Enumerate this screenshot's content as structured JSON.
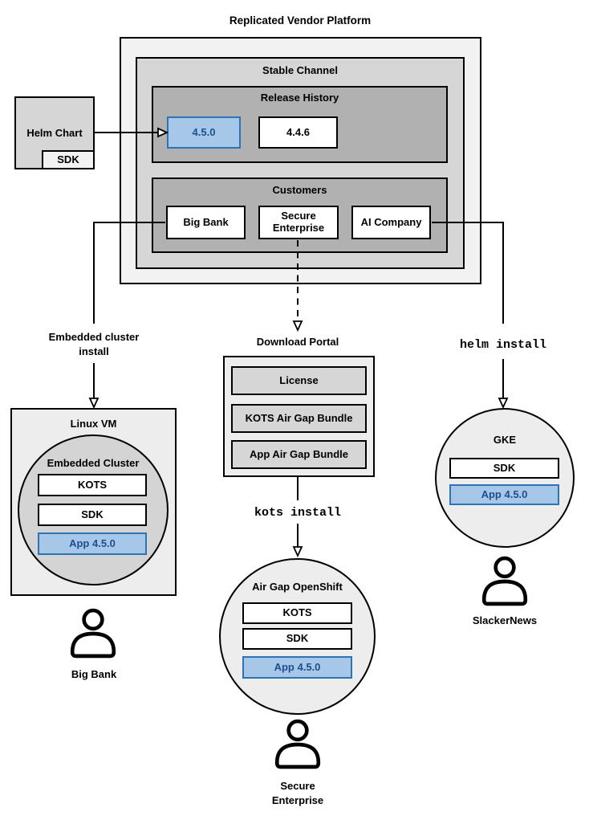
{
  "title": "Replicated Vendor Platform",
  "colors": {
    "highlight_fill": "#a7c7e8",
    "highlight_border": "#2e74b5",
    "highlight_text": "#1b4f8f",
    "panel_light": "#f2f2f2",
    "panel_mid": "#d6d6d6",
    "panel_dark": "#b1b1b1",
    "surface": "#ededed"
  },
  "platform": {
    "channel_label": "Stable Channel",
    "release_history": {
      "label": "Release History",
      "releases": [
        "4.5.0",
        "4.4.6"
      ]
    },
    "customers": {
      "label": "Customers",
      "names": [
        "Big Bank",
        "Secure\nEnterprise",
        "AI Company"
      ]
    }
  },
  "helm_chart": {
    "label": "Helm Chart",
    "sdk_label": "SDK"
  },
  "left_flow": {
    "arrow_label": "Embedded cluster\ninstall",
    "host_label": "Linux VM",
    "cluster_label": "Embedded Cluster",
    "components": [
      "KOTS",
      "SDK",
      "App 4.5.0"
    ],
    "user_label": "Big Bank"
  },
  "middle_flow": {
    "portal_label": "Download Portal",
    "portal_items": [
      "License",
      "KOTS Air Gap Bundle",
      "App Air Gap Bundle"
    ],
    "command_label": "kots install",
    "cluster_label": "Air Gap OpenShift",
    "components": [
      "KOTS",
      "SDK",
      "App 4.5.0"
    ],
    "user_label": "Secure\nEnterprise"
  },
  "right_flow": {
    "command_label": "helm install",
    "cluster_label": "GKE",
    "components": [
      "SDK",
      "App 4.5.0"
    ],
    "user_label": "SlackerNews"
  }
}
